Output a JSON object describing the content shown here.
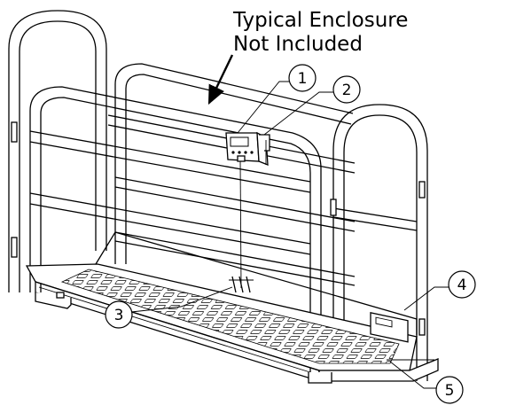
{
  "note": {
    "line1": "Typical Enclosure",
    "line2": "Not Included"
  },
  "callouts": [
    {
      "id": "callout-1",
      "number": "1"
    },
    {
      "id": "callout-2",
      "number": "2"
    },
    {
      "id": "callout-3",
      "number": "3"
    },
    {
      "id": "callout-4",
      "number": "4"
    },
    {
      "id": "callout-5",
      "number": "5"
    }
  ]
}
